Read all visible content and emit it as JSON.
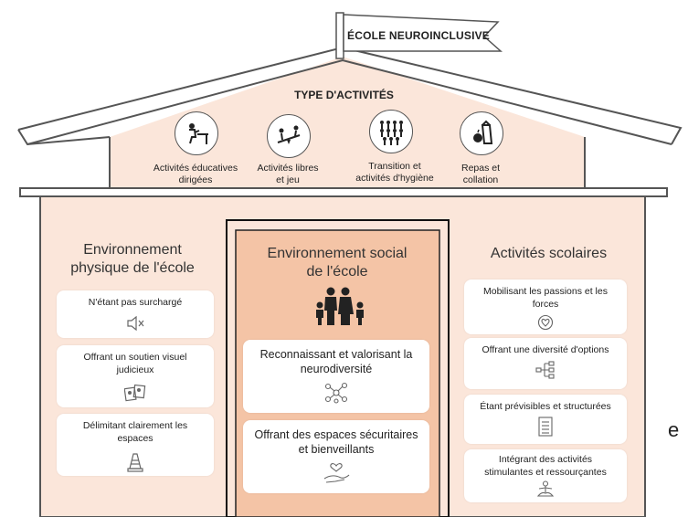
{
  "flag": {
    "text": "ÉCOLE NEUROINCLUSIVE"
  },
  "roof": {
    "title": "TYPE D'ACTIVITÉS",
    "activities": [
      {
        "label_line1": "Activités éducatives",
        "label_line2": "dirigées",
        "icon": "classroom-desk-icon"
      },
      {
        "label_line1": "Activités libres",
        "label_line2": "et jeu",
        "icon": "seesaw-icon"
      },
      {
        "label_line1": "Transition et",
        "label_line2": "activités d'hygiène",
        "icon": "crowd-icon"
      },
      {
        "label_line1": "Repas et",
        "label_line2": "collation",
        "icon": "meal-icon"
      }
    ]
  },
  "columns": {
    "physical": {
      "title_line1": "Environnement",
      "title_line2": "physique de l'école",
      "cards": [
        {
          "line1": "N'étant pas surchargé",
          "line2": "",
          "icon": "muted-speaker-icon"
        },
        {
          "line1": "Offrant un soutien visuel",
          "line2": "judicieux",
          "icon": "pictograms-icon"
        },
        {
          "line1": "Délimitant clairement les",
          "line2": "espaces",
          "icon": "traffic-cone-icon"
        }
      ]
    },
    "social": {
      "title_line1": "Environnement social",
      "title_line2": "de l'école",
      "icon": "family-icon",
      "cards": [
        {
          "line1": "Reconnaissant et valorisant la",
          "line2": "neurodiversité",
          "icon": "network-icon"
        },
        {
          "line1": "Offrant des espaces sécuritaires",
          "line2": "et bienveillants",
          "icon": "heart-hand-icon"
        }
      ]
    },
    "school": {
      "title": "Activités scolaires",
      "cards": [
        {
          "line1": "Mobilisant les passions et les",
          "line2": "forces",
          "icon": "heart-circle-icon"
        },
        {
          "line1": "Offrant une diversité d'options",
          "line2": "",
          "icon": "branching-icon"
        },
        {
          "line1": "Étant prévisibles et structurées",
          "line2": "",
          "icon": "checklist-icon"
        },
        {
          "line1": "Intégrant des activités",
          "line2": "stimulantes et ressourçantes",
          "icon": "meditation-icon"
        }
      ]
    }
  },
  "edge_text": "e",
  "colors": {
    "house_fill": "#fbe6da",
    "social_fill": "#f4c4a6",
    "outline": "#555555"
  }
}
